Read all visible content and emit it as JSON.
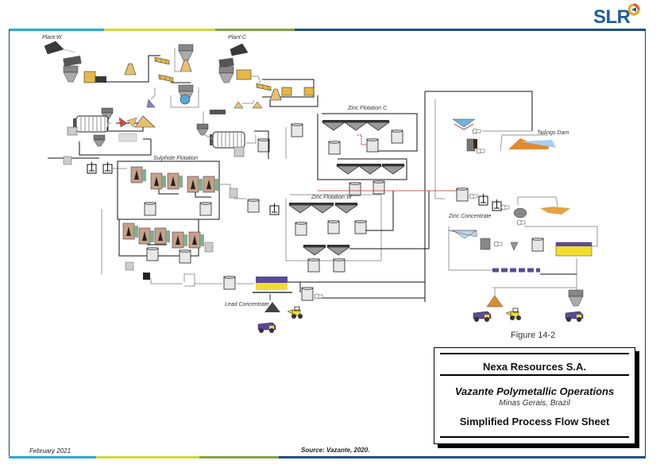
{
  "header": {
    "logo_text": "SLR",
    "colors": {
      "brand_blue": "#1f5c99",
      "bar_cyan": "#29a8d8",
      "bar_yellow": "#cfd93a",
      "bar_green": "#7fa83c",
      "bar_navy": "#1c4f8c"
    }
  },
  "diagram": {
    "areas": {
      "plant_w": "Plant W",
      "plant_c": "Plant C",
      "sulphide_flotation": "Sulphide Flotation",
      "zinc_flotation_c": "Zinc Flotation C",
      "zinc_flotation_w": "Zinc Flotation W",
      "tailings_dam": "Tailings Dam",
      "zinc_concentrate": "Zinc Concentrate",
      "lead_concentrate": "Lead Concentrate"
    }
  },
  "title_block": {
    "figure": "Figure 14-2",
    "company": "Nexa Resources S.A.",
    "project": "Vazante Polymetallic Operations",
    "location": "Minas Gerais, Brazil",
    "sheet_title": "Simplified Process Flow Sheet"
  },
  "footer": {
    "date": "February 2021",
    "source": "Source: Vazante, 2020."
  }
}
